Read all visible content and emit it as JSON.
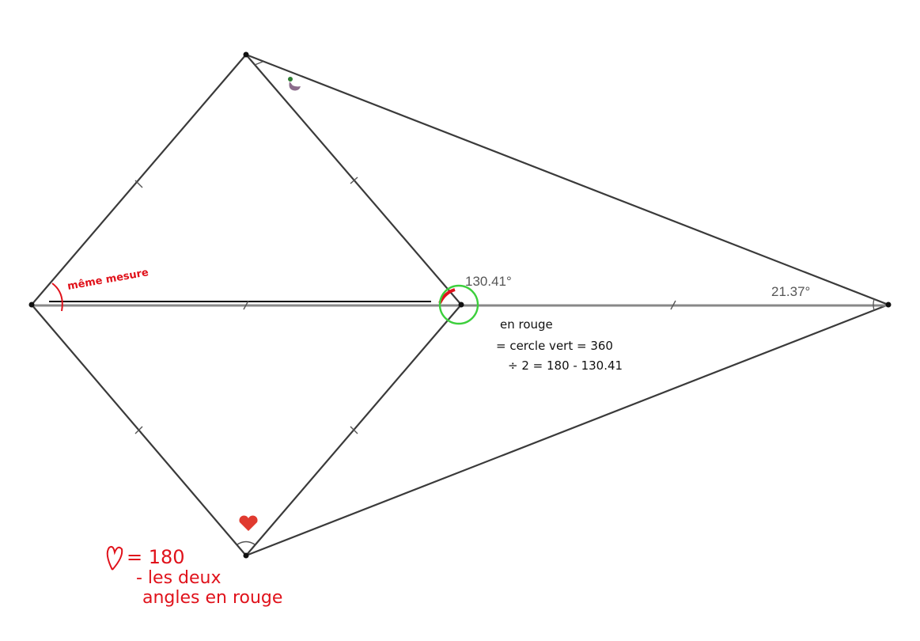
{
  "figure": {
    "angle_center": "130.41°",
    "angle_right": "21.37°",
    "symbols": {
      "top_vertex_marker": "duck-emoji",
      "bottom_vertex_marker": "heart-emoji"
    }
  },
  "annotations": {
    "meme_mesure": "même mesure",
    "en_rouge": "en rouge",
    "line_cercle": "= cercle vert = 360",
    "line_div": "÷ 2 = 180 - 130.41",
    "heart_eq": "= 180",
    "heart_line2": "- les deux",
    "heart_line3": "angles en rouge"
  },
  "colors": {
    "red": "#e0121b",
    "green": "#3ccf3c",
    "line": "#3a3a3a"
  }
}
